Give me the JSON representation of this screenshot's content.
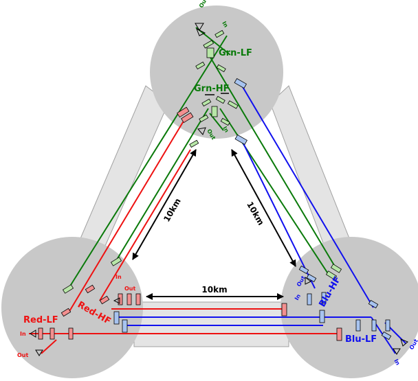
{
  "colors": {
    "red": "#ee1111",
    "green": "#0a7a0a",
    "blue": "#1010ee",
    "station_fill": "#c8c8c8",
    "band_fill": "#e4e4e4",
    "band_stroke": "#a0a0a0",
    "red_box": "#f39090",
    "green_box": "#b8e6a8",
    "blue_box": "#a8c4f0"
  },
  "stations": {
    "top": {
      "lf_label": "Grn-LF",
      "hf_label": "Grn-HF",
      "in_label": "In",
      "out_label": "Out",
      "hf_in_label": "In",
      "hf_out_label": "Out"
    },
    "left": {
      "lf_label": "Red-LF",
      "hf_label": "Red-HF",
      "in_label": "In",
      "out_label": "Out",
      "hf_in_label": "In",
      "hf_out_label": "Out"
    },
    "right": {
      "lf_label": "Blu-LF",
      "hf_label": "Blu-HF",
      "in_label": "In",
      "out_label": "Out",
      "hf_in_label": "In",
      "hf_out_label": "Out"
    }
  },
  "distances": {
    "left_arm": "10km",
    "right_arm": "10km",
    "bottom_arm": "10km"
  }
}
